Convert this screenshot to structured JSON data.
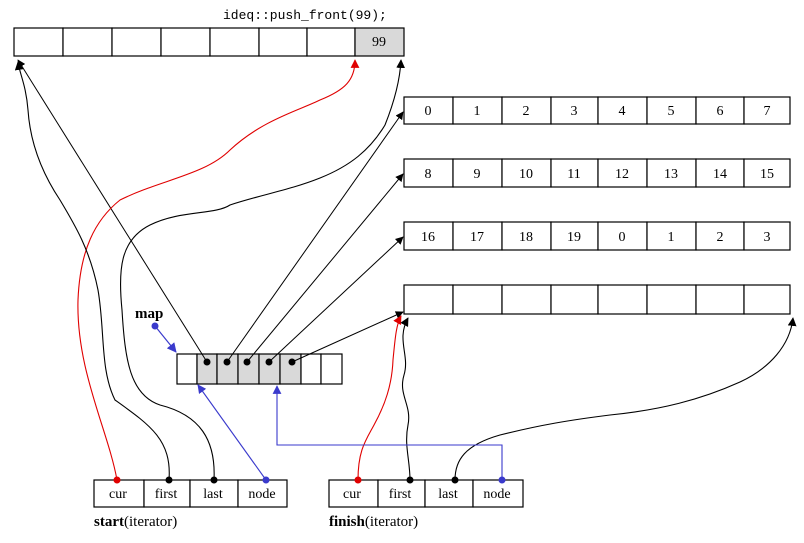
{
  "caption": "ideq::push_front(99);",
  "top_buffer": [
    "",
    "",
    "",
    "",
    "",
    "",
    "",
    "99"
  ],
  "buffers": [
    [
      "0",
      "1",
      "2",
      "3",
      "4",
      "5",
      "6",
      "7"
    ],
    [
      "8",
      "9",
      "10",
      "11",
      "12",
      "13",
      "14",
      "15"
    ],
    [
      "16",
      "17",
      "18",
      "19",
      "0",
      "1",
      "2",
      "3"
    ],
    [
      "",
      "",
      "",
      "",
      "",
      "",
      "",
      ""
    ]
  ],
  "map_label": "map",
  "start": {
    "name": "start",
    "suffix": "(iterator)",
    "fields": [
      "cur",
      "first",
      "last",
      "node"
    ]
  },
  "finish": {
    "name": "finish",
    "suffix": "(iterator)",
    "fields": [
      "cur",
      "first",
      "last",
      "node"
    ]
  },
  "colors": {
    "black_arrow": "#000000",
    "red_arrow": "#e00000",
    "blue_arrow": "#3a3acc",
    "gray_cell": "#d9d9d9"
  }
}
